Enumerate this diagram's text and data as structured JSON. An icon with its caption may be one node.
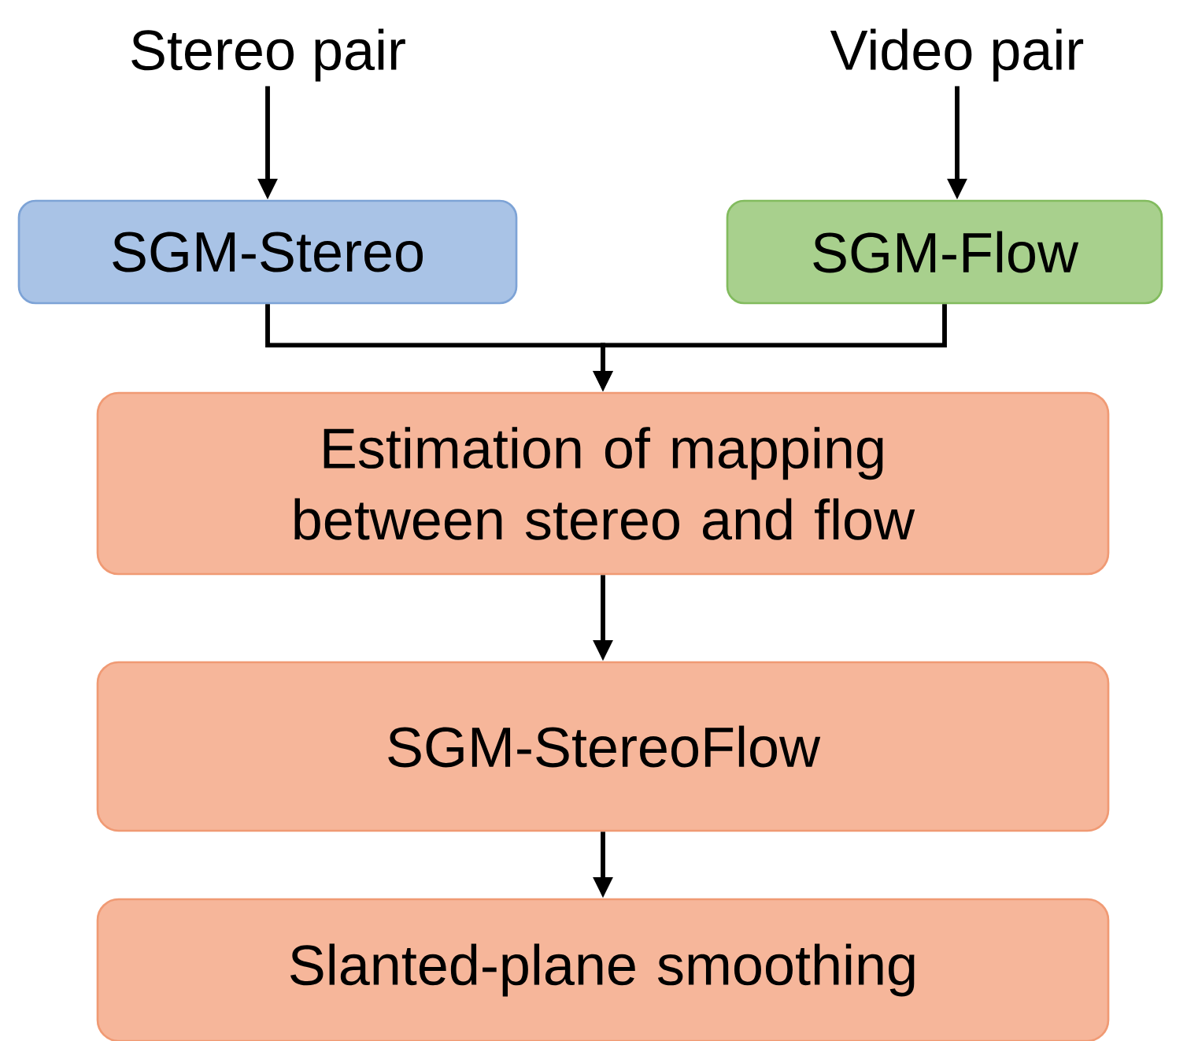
{
  "diagram": {
    "nodes": [
      {
        "text": [
          "Stereo pair"
        ]
      },
      {
        "text": [
          "Video pair"
        ]
      },
      {
        "text": [
          "SGM-Stereo"
        ]
      },
      {
        "text": [
          "SGM-Flow"
        ]
      },
      {
        "text": [
          "Estimation of mapping between stereo and flow"
        ]
      },
      {
        "text": [
          "SGM-StereoFlow"
        ]
      },
      {
        "text": [
          "Slanted-plane smoothing"
        ]
      }
    ],
    "edges": [
      {
        "from": 0,
        "to": 2,
        "arrow": "to"
      },
      {
        "from": 1,
        "to": 3,
        "arrow": "to"
      },
      {
        "from": 2,
        "to": 4,
        "arrow": "to"
      },
      {
        "from": 3,
        "to": 4,
        "arrow": "to"
      },
      {
        "from": 4,
        "to": 5,
        "arrow": "to"
      },
      {
        "from": 5,
        "to": 6,
        "arrow": "to"
      }
    ]
  }
}
